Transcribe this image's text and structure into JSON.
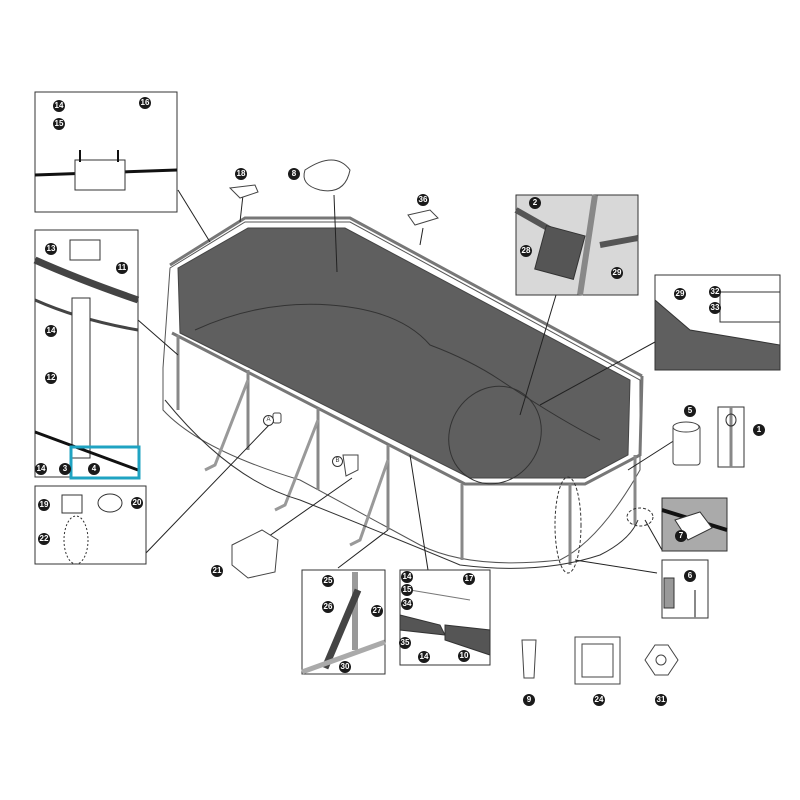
{
  "diagram": {
    "type": "exploded-parts-diagram",
    "subject": "above-ground oval frame pool",
    "colors": {
      "liner": "#5f5f5f",
      "highlight": "#1fa3c2",
      "badge": "#1a1a1a",
      "outline": "#333333"
    },
    "highlighted_part": "4",
    "connector_letters": [
      "A",
      "B"
    ],
    "callouts": {
      "top_left_detail": [
        "14",
        "15",
        "16"
      ],
      "left_upright_detail": [
        "13",
        "11",
        "14",
        "12",
        "14",
        "3",
        "4"
      ],
      "valve_detail": [
        "19",
        "20",
        "22"
      ],
      "main_pool": [
        "18",
        "8",
        "36"
      ],
      "joint_plate_detail": [
        "2",
        "28",
        "29"
      ],
      "liner_corner_detail": [
        "29",
        "32",
        "33"
      ],
      "sleeve_detail": [
        "5",
        "1"
      ],
      "patch_detail": [
        "7"
      ],
      "zipper_detail": [
        "6"
      ],
      "pump": [
        "21"
      ],
      "support_leg_detail": [
        "25",
        "26",
        "27",
        "30"
      ],
      "top_rail_detail": [
        "14",
        "15",
        "17",
        "34",
        "35",
        "14",
        "10"
      ],
      "loose_parts": [
        "9",
        "24",
        "31"
      ]
    },
    "labels": {
      "b14a": "14",
      "b15a": "15",
      "b16": "16",
      "b13": "13",
      "b11": "11",
      "b14b": "14",
      "b12": "12",
      "b14c": "14",
      "b3": "3",
      "b4": "4",
      "b19": "19",
      "b20": "20",
      "b22": "22",
      "b18": "18",
      "b8": "8",
      "b36": "36",
      "b2": "2",
      "b28": "28",
      "b29a": "29",
      "b29b": "29",
      "b32": "32",
      "b33": "33",
      "b5": "5",
      "b1": "1",
      "b7": "7",
      "b6": "6",
      "b21": "21",
      "b25": "25",
      "b26": "26",
      "b27": "27",
      "b30": "30",
      "b14d": "14",
      "b15b": "15",
      "b17": "17",
      "b34": "34",
      "b35": "35",
      "b14e": "14",
      "b10": "10",
      "b9": "9",
      "b24": "24",
      "b31": "31",
      "lA": "A",
      "lB": "B"
    }
  }
}
